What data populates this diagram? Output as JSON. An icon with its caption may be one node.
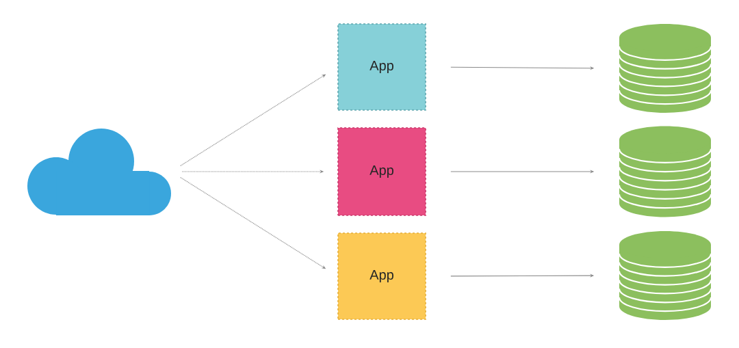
{
  "diagram": {
    "nodes": [
      {
        "text": [],
        "shape": "cloud"
      },
      {
        "text": [
          "App"
        ]
      },
      {
        "text": [
          "App"
        ]
      },
      {
        "text": [
          "App"
        ]
      },
      {
        "text": [],
        "shape": "cylinder"
      },
      {
        "text": [],
        "shape": "cylinder"
      },
      {
        "text": [],
        "shape": "cylinder"
      }
    ],
    "edges": [
      {
        "from": 0,
        "to": 1,
        "arrow": "to",
        "style": "dashed"
      },
      {
        "from": 0,
        "to": 2,
        "arrow": "to",
        "style": "dashed"
      },
      {
        "from": 0,
        "to": 3,
        "arrow": "to",
        "style": "dashed"
      },
      {
        "from": 1,
        "to": 4,
        "arrow": "to"
      },
      {
        "from": 2,
        "to": 5,
        "arrow": "to"
      },
      {
        "from": 3,
        "to": 6,
        "arrow": "to"
      }
    ]
  }
}
